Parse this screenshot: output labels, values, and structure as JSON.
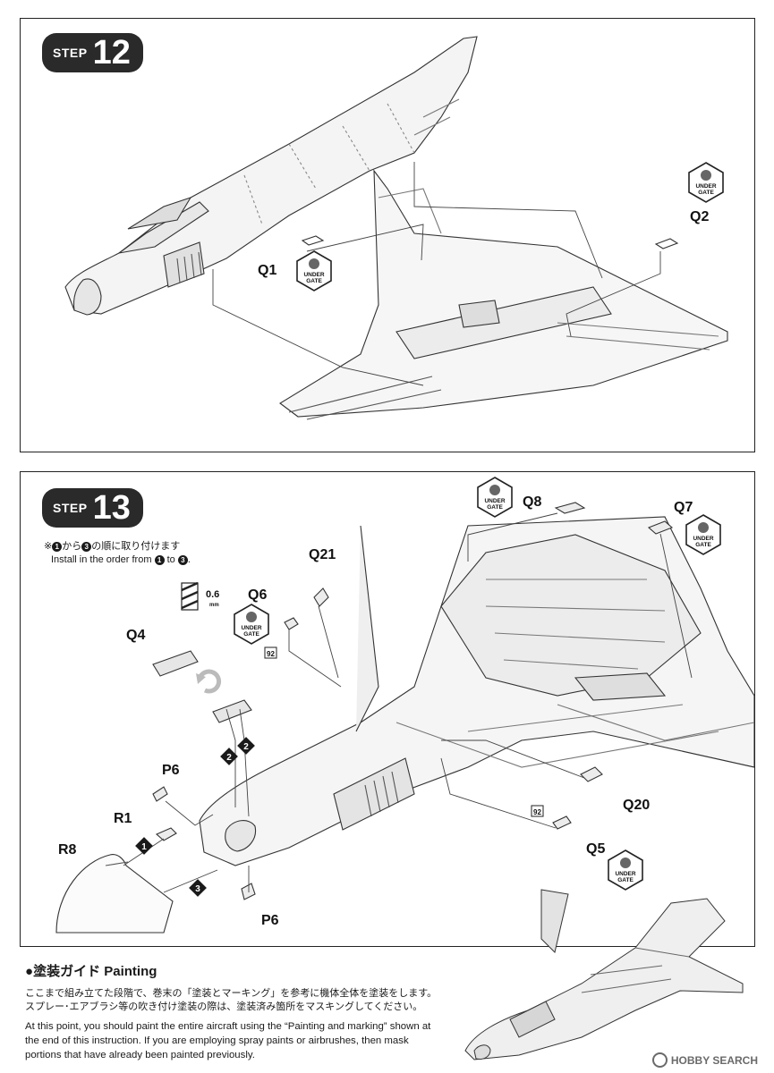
{
  "step12": {
    "label": "STEP",
    "number": "12",
    "parts": {
      "q1": "Q1",
      "q2": "Q2"
    },
    "gate_label": [
      "UNDER",
      "GATE"
    ]
  },
  "step13": {
    "label": "STEP",
    "number": "13",
    "note_jp_suffix": "から",
    "note_jp_suffix2": "の順に取り付けます",
    "note_mark": "※",
    "note_en_prefix": "Install in the order from",
    "note_en_mid": "to",
    "order_start": "1",
    "order_end": "3",
    "parts": {
      "q8": "Q8",
      "q7": "Q7",
      "q21": "Q21",
      "q6": "Q6",
      "q4": "Q4",
      "p6a": "P6",
      "r1": "R1",
      "r8": "R8",
      "p6b": "P6",
      "q20": "Q20",
      "q5": "Q5"
    },
    "drill": {
      "value": "0.6",
      "unit": "mm"
    },
    "paint_refs": {
      "q6": "92",
      "q5": "92"
    },
    "order_markers": {
      "m1": "1",
      "m2a": "2",
      "m2b": "2",
      "m3": "3"
    },
    "gate_label": [
      "UNDER",
      "GATE"
    ]
  },
  "painting": {
    "bullet": "●",
    "title_jp": "塗装ガイド",
    "title_en": "Painting",
    "text_jp": "ここまで組み立てた段階で、巻末の「塗装とマーキング」を参考に機体全体を塗装をします。スプレー･エアブラシ等の吹き付け塗装の際は、塗装済み箇所をマスキングしてください。",
    "text_en": "At this point, you should paint the entire aircraft using the “Painting and marking” shown at the end of this instruction. If you are employing spray paints or airbrushes, then mask portions that have already been painted previously."
  },
  "watermark": "HOBBY SEARCH"
}
